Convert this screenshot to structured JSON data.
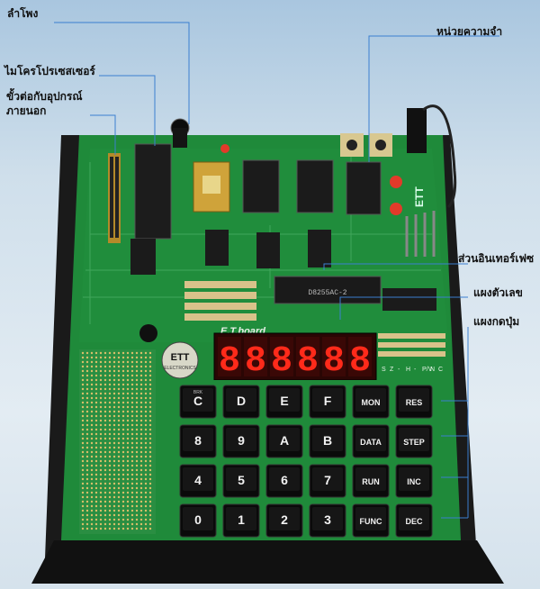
{
  "labels": {
    "speaker": "ลำโพง",
    "microprocessor": "ไมโครโปรเซสเซอร์",
    "external_connector_line1": "ขั้วต่อกับอุปกรณ์",
    "external_connector_line2": "ภายนอก",
    "memory_unit": "หน่วยความจำ",
    "interface_part": "ส่วนอินเทอร์เฟซ",
    "display_panel": "แผงตัวเลข",
    "keypad_panel": "แผงกดปุ่ม"
  },
  "board": {
    "brand": "ETT",
    "board_name": "E.T.board",
    "display_digits": [
      "8",
      "8",
      "8",
      "8",
      "8",
      "8"
    ],
    "chip_label": "D8255AC-2",
    "led_labels": [
      "S",
      "Z",
      "-",
      "H",
      "-",
      "P/V",
      "N",
      "C"
    ],
    "logo_text": "ETT",
    "logo_subtext": "ELECTRONICS"
  },
  "keypad": {
    "rows": [
      [
        {
          "top": "BRK",
          "main": "C"
        },
        {
          "top": "",
          "main": "D"
        },
        {
          "top": "",
          "main": "E"
        },
        {
          "top": "",
          "main": "F"
        },
        {
          "main": "MON"
        },
        {
          "main": "RES"
        }
      ],
      [
        {
          "top": "",
          "main": "8"
        },
        {
          "top": "",
          "main": "9"
        },
        {
          "top": "",
          "main": "A"
        },
        {
          "top": "",
          "main": "B"
        },
        {
          "main": "DATA"
        },
        {
          "main": "STEP"
        }
      ],
      [
        {
          "top": "",
          "main": "4"
        },
        {
          "top": "",
          "main": "5"
        },
        {
          "top": "",
          "main": "6"
        },
        {
          "top": "",
          "main": "7"
        },
        {
          "main": "RUN"
        },
        {
          "main": "INC"
        }
      ],
      [
        {
          "top": "",
          "main": "0"
        },
        {
          "top": "",
          "main": "1"
        },
        {
          "top": "",
          "main": "2"
        },
        {
          "top": "",
          "main": "3"
        },
        {
          "main": "FUNC"
        },
        {
          "main": "DEC"
        }
      ]
    ]
  },
  "colors": {
    "pcb": "#1f8a3a",
    "pcb_dark": "#0f5a22",
    "display_red": "#ff2a1a",
    "keycap": "#141414",
    "leader_line": "#3b7fd0"
  }
}
